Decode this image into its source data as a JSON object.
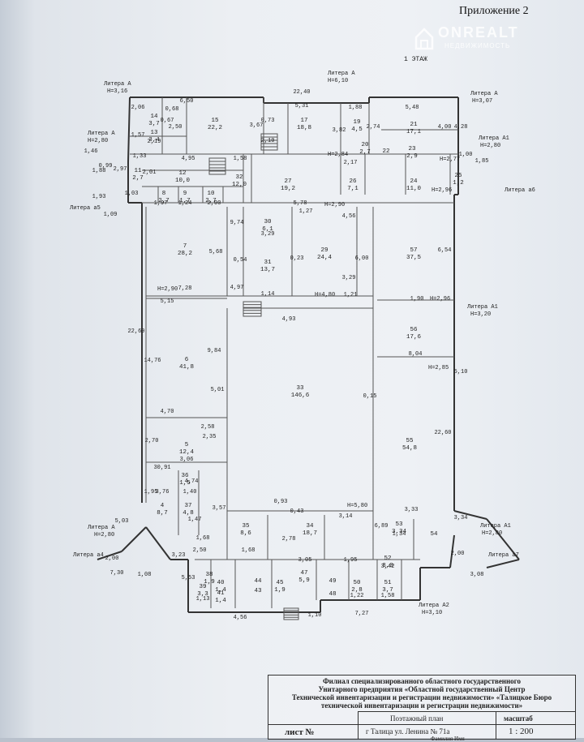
{
  "appendix": "Приложение 2",
  "watermark": {
    "brand": "ONREALT",
    "sub": "НЕДВИЖИМОСТЬ"
  },
  "floor_label": "1 ЭТАЖ",
  "annotations": [
    "Литера А",
    "Н=3,16",
    "Литера А",
    "Н=2,80",
    "Литера А",
    "Н=6,10",
    "Литера А",
    "Н=3,07",
    "Литера А1",
    "Н=2,80",
    "Литера а6",
    "Литера а5",
    "Литера А1",
    "Н=3,20",
    "Литера А",
    "Н=2,80",
    "Литера а4",
    "Литера А1",
    "Н=2,80",
    "Литера а7",
    "Литера А2",
    "Н=3,10"
  ],
  "dimensions": [
    "22,40",
    "6,50",
    "5,31",
    "1,88",
    "5,48",
    "2,06",
    "0,68",
    "1,57",
    "0,67",
    "2,19",
    "2,50",
    "3,67",
    "0,73",
    "2,10",
    "3,82",
    "2,74",
    "4,00",
    "4,28",
    "0,99",
    "1,46",
    "1,33",
    "4,95",
    "1,58",
    "2,17",
    "1,00",
    "1,85",
    "1,88",
    "2,97",
    "2,01",
    "1,03",
    "1,93",
    "1,09",
    "1,97",
    "1,24",
    "2,00",
    "5,78",
    "1,27",
    "4,56",
    "9,74",
    "3,29",
    "5,68",
    "0,54",
    "0,23",
    "6,00",
    "6,54",
    "7,28",
    "4,97",
    "1,14",
    "3,29",
    "1,21",
    "1,90",
    "5,15",
    "4,93",
    "9,84",
    "0,15",
    "8,04",
    "22,69",
    "14,76",
    "5,01",
    "4,70",
    "2,58",
    "2,35",
    "2,70",
    "3,06",
    "5,10",
    "22,60",
    "30,91",
    "1,95",
    "3,76",
    "4,74",
    "1,40",
    "1,47",
    "3,57",
    "0,93",
    "0,43",
    "3,14",
    "3,33",
    "5,03",
    "1,68",
    "2,78",
    "6,89",
    "1,34",
    "3,34",
    "1,68",
    "3,05",
    "1,95",
    "3,42",
    "5,53",
    "4,56",
    "7,27",
    "7,30",
    "2,00",
    "3,23",
    "1,08",
    "2,00",
    "3,08",
    "2,50",
    "1,10",
    "1,13",
    "1,22",
    "1,58",
    "2,08"
  ],
  "rooms": [
    {
      "n": "14",
      "a": "3,7"
    },
    {
      "n": "15",
      "a": "22,2"
    },
    {
      "n": "17",
      "a": "18,8"
    },
    {
      "n": "19",
      "a": "4,5"
    },
    {
      "n": "21",
      "a": "17,1"
    },
    {
      "n": "13",
      "a": "3,4"
    },
    {
      "n": "20",
      "a": "2,7"
    },
    {
      "n": "22",
      "a": ""
    },
    {
      "n": "23",
      "a": "2,9"
    },
    {
      "n": "11",
      "a": "2,7"
    },
    {
      "n": "12",
      "a": "10,0"
    },
    {
      "n": "32",
      "a": "12,0"
    },
    {
      "n": "27",
      "a": "19,2"
    },
    {
      "n": "26",
      "a": "7,1"
    },
    {
      "n": "24",
      "a": "11,0"
    },
    {
      "n": "25",
      "a": "1,2"
    },
    {
      "n": "8",
      "a": "2,7"
    },
    {
      "n": "9",
      "a": "1,7"
    },
    {
      "n": "10",
      "a": "2,7"
    },
    {
      "n": "30",
      "a": "6,1"
    },
    {
      "n": "7",
      "a": "28,2"
    },
    {
      "n": "31",
      "a": "13,7"
    },
    {
      "n": "29",
      "a": "24,4"
    },
    {
      "n": "57",
      "a": "37,5"
    },
    {
      "n": "56",
      "a": "17,6"
    },
    {
      "n": "6",
      "a": "41,8"
    },
    {
      "n": "33",
      "a": "146,6"
    },
    {
      "n": "55",
      "a": "54,8"
    },
    {
      "n": "5",
      "a": "12,4"
    },
    {
      "n": "36",
      "a": "1,5"
    },
    {
      "n": "4",
      "a": "8,7"
    },
    {
      "n": "37",
      "a": "4,8"
    },
    {
      "n": "35",
      "a": "8,6"
    },
    {
      "n": "34",
      "a": "18,7"
    },
    {
      "n": "53",
      "a": "3,34"
    },
    {
      "n": "54",
      "a": ""
    },
    {
      "n": "38",
      "a": "1,9"
    },
    {
      "n": "52",
      "a": "8,0"
    },
    {
      "n": "39",
      "a": "3,3"
    },
    {
      "n": "40",
      "a": "1,4"
    },
    {
      "n": "41",
      "a": "1,4"
    },
    {
      "n": "44",
      "a": ""
    },
    {
      "n": "45",
      "a": "1,9"
    },
    {
      "n": "43",
      "a": ""
    },
    {
      "n": "47",
      "a": "5,9"
    },
    {
      "n": "49",
      "a": ""
    },
    {
      "n": "48",
      "a": ""
    },
    {
      "n": "50",
      "a": "2,8"
    },
    {
      "n": "51",
      "a": "3,7"
    }
  ],
  "heights": [
    "Н=2,84",
    "Н=2,77",
    "Н=2,96",
    "Н=2,90",
    "Н=2,90",
    "Н=4,80",
    "Н=2,96",
    "Н=2,85",
    "Н=5,80"
  ],
  "stamp": {
    "org": [
      "Филиал специализированного областного государственного",
      "Унитарного предприятия «Областной государственный Центр",
      "Технической инвентаризации и регистрации недвижимости» «Талицкое Бюро",
      "технической инвентаризации и регистрации недвижимости»"
    ],
    "plan_type": "Поэтажный план",
    "scale_label": "масштаб",
    "address": "г Талица ул. Ленина  № 71а",
    "scale": "1 : 200",
    "sheet": "лист №",
    "cut": "Фамилия Имя"
  }
}
